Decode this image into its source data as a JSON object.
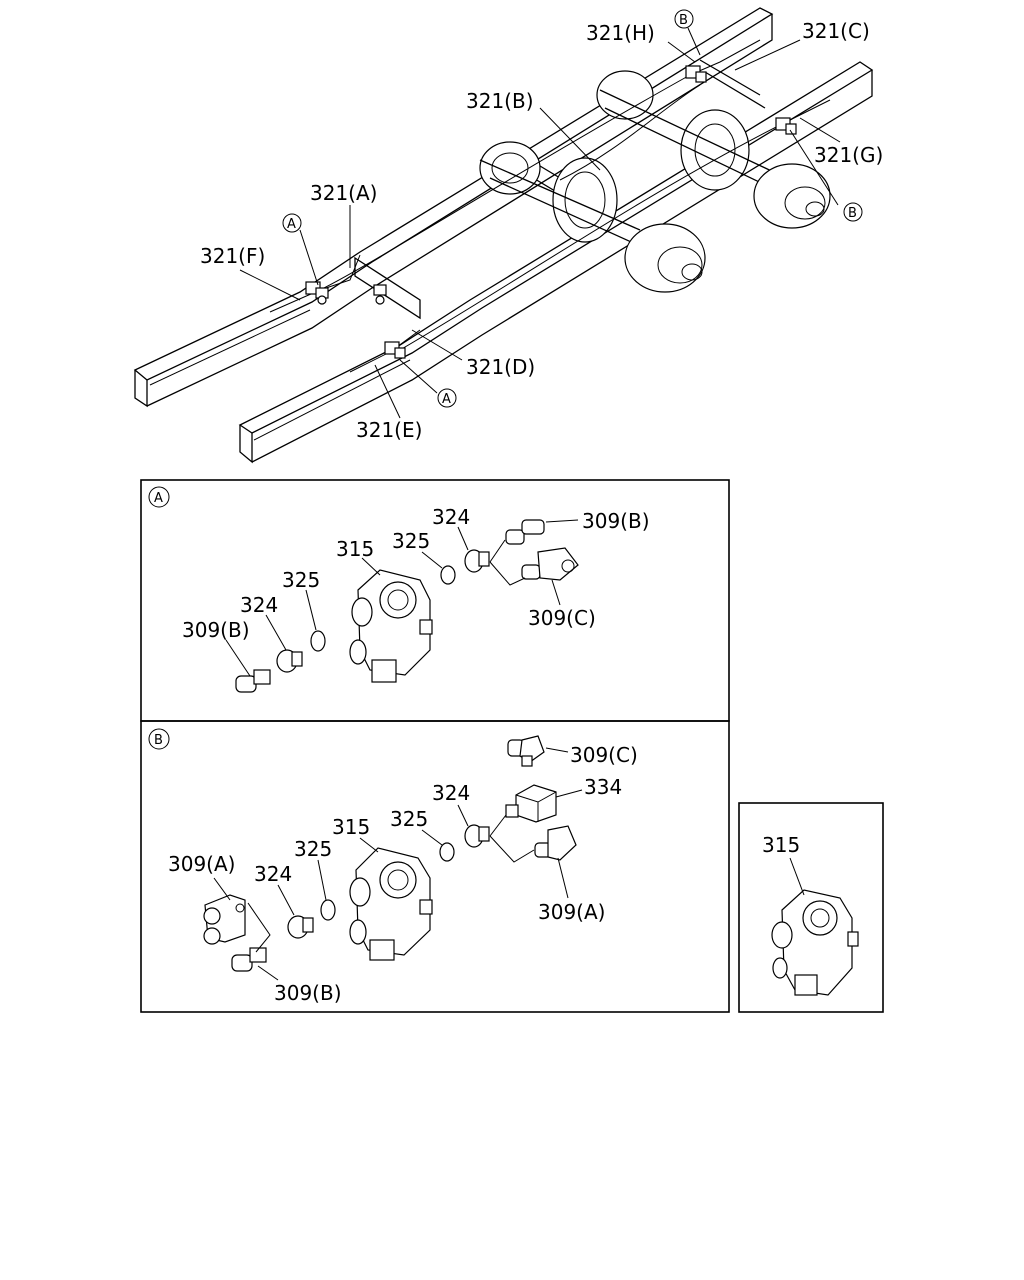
{
  "overview": {
    "labels": {
      "h": "321(H)",
      "c": "321(C)",
      "b": "321(B)",
      "g": "321(G)",
      "a": "321(A)",
      "f": "321(F)",
      "d": "321(D)",
      "e": "321(E)"
    },
    "markers": {
      "a": "A",
      "b": "B"
    }
  },
  "detail_a": {
    "marker": "A",
    "labels": {
      "p324_top": "324",
      "p309b_top": "309(B)",
      "p315": "315",
      "p325_top": "325",
      "p325_left": "325",
      "p324_left": "324",
      "p309b_left": "309(B)",
      "p309c": "309(C)"
    }
  },
  "detail_b": {
    "marker": "B",
    "labels": {
      "p309c": "309(C)",
      "p324_top": "324",
      "p334": "334",
      "p315": "315",
      "p325_top": "325",
      "p309a_left": "309(A)",
      "p325_left": "325",
      "p324_left": "324",
      "p309a_right": "309(A)",
      "p309b": "309(B)"
    }
  },
  "inset": {
    "labels": {
      "p315": "315"
    }
  }
}
